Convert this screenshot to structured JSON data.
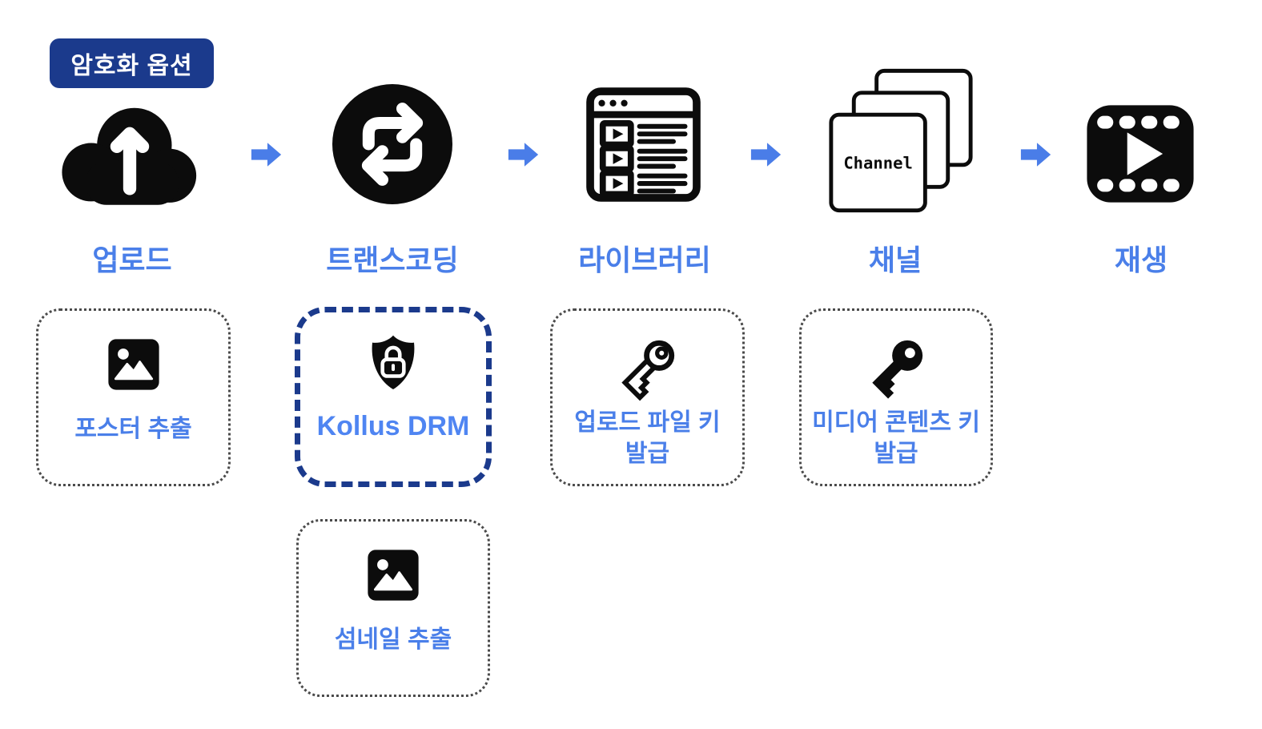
{
  "badge": {
    "label": "암호화 옵션"
  },
  "flow": {
    "steps": [
      {
        "label": "업로드",
        "icon": "cloud-upload-icon"
      },
      {
        "label": "트랜스코딩",
        "icon": "transcode-loop-icon"
      },
      {
        "label": "라이브러리",
        "icon": "video-library-icon"
      },
      {
        "label": "채널",
        "icon": "stacked-channels-icon",
        "icon_text": "Channel"
      },
      {
        "label": "재생",
        "icon": "film-play-icon"
      }
    ]
  },
  "options": [
    {
      "label": "포스터 추출",
      "icon": "image-icon",
      "border": "dotted"
    },
    {
      "label": "Kollus DRM",
      "icon": "shield-lock-icon",
      "border": "dashed-navy",
      "highlighted": true
    },
    {
      "label": "업로드 파일 키 발급",
      "icon": "key-outline-icon",
      "border": "dotted"
    },
    {
      "label": "미디어 콘텐츠 키 발급",
      "icon": "key-filled-icon",
      "border": "dotted"
    },
    {
      "label": "섬네일 추출",
      "icon": "image-icon",
      "border": "dotted"
    }
  ],
  "colors": {
    "accent_blue": "#4A7DE8",
    "label_blue": "#4A7FE9",
    "navy": "#1B3A8C",
    "icon_black": "#0C0C0C",
    "background": "#FFFFFF"
  }
}
